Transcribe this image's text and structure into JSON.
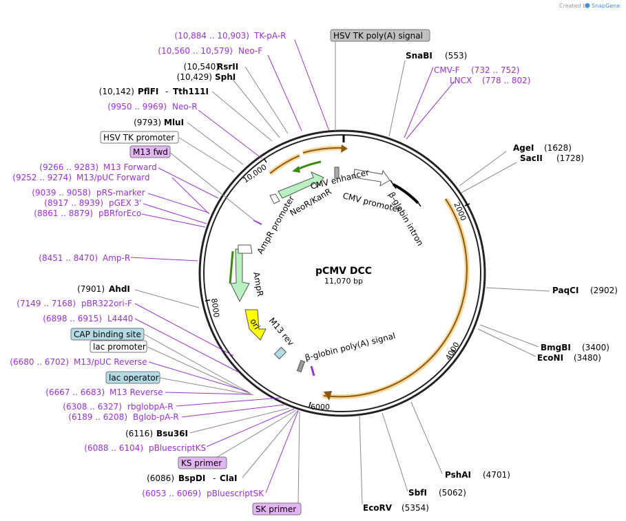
{
  "watermark": {
    "text": "Created by",
    "brand": "SnapGene"
  },
  "plasmid": {
    "name": "pCMV DCC",
    "size": "11,070 bp"
  },
  "ticks": [
    "2000",
    "4000",
    "6000",
    "8000",
    "10,000"
  ],
  "enzymes": [
    {
      "name": "SnaBI",
      "pos": "(553)"
    },
    {
      "name": "AgeI",
      "pos": "(1628)"
    },
    {
      "name": "SacII",
      "pos": "(1728)"
    },
    {
      "name": "PaqCI",
      "pos": "(2902)"
    },
    {
      "name": "BmgBI",
      "pos": "(3400)"
    },
    {
      "name": "EcoNI",
      "pos": "(3480)"
    },
    {
      "name": "PshAI",
      "pos": "(4701)"
    },
    {
      "name": "SbfI",
      "pos": "(5062)"
    },
    {
      "name": "EcoRV",
      "pos": "(5354)"
    },
    {
      "name": "AhdI",
      "pos": "(7901)"
    },
    {
      "name": "MluI",
      "pos": "(9793)"
    },
    {
      "name": "SphI",
      "pos": "(10,429)"
    },
    {
      "name": "RsrII",
      "pos": "(10,540)"
    },
    {
      "name": "Bsu36I",
      "pos": "(6116)"
    }
  ],
  "pairs": {
    "pflfi": {
      "pos": "(10,142)",
      "a": "PflFI",
      "sep": "-",
      "b": "Tth111I"
    },
    "bspdi": {
      "pos": "(6086)",
      "a": "BspDI",
      "sep": "-",
      "b": "ClaI"
    }
  },
  "primers": [
    {
      "range": "(732 .. 752)",
      "name": "CMV-F"
    },
    {
      "range": "(778 .. 802)",
      "name": "LNCX"
    },
    {
      "range": "(10,884 .. 10,903)",
      "name": "TK-pA-R"
    },
    {
      "range": "(10,560 .. 10,579)",
      "name": "Neo-F"
    },
    {
      "range": "(9950 .. 9969)",
      "name": "Neo-R"
    },
    {
      "range": "(9266 .. 9283)",
      "name": "M13 Forward"
    },
    {
      "range": "(9252 .. 9274)",
      "name": "M13/pUC Forward"
    },
    {
      "range": "(9039 .. 9058)",
      "name": "pRS-marker"
    },
    {
      "range": "(8917 .. 8939)",
      "name": "pGEX 3'"
    },
    {
      "range": "(8861 .. 8879)",
      "name": "pBRforEco"
    },
    {
      "range": "(8451 .. 8470)",
      "name": "Amp-R"
    },
    {
      "range": "(7149 .. 7168)",
      "name": "pBR322ori-F"
    },
    {
      "range": "(6898 .. 6915)",
      "name": "L4440"
    },
    {
      "range": "(6680 .. 6702)",
      "name": "M13/pUC Reverse"
    },
    {
      "range": "(6667 .. 6683)",
      "name": "M13 Reverse"
    },
    {
      "range": "(6308 .. 6327)",
      "name": "rbglobpA-R"
    },
    {
      "range": "(6189 .. 6208)",
      "name": "Bglob-pA-R"
    },
    {
      "range": "(6088 .. 6104)",
      "name": "pBluescriptKS"
    },
    {
      "range": "(6053 .. 6069)",
      "name": "pBluescriptSK"
    }
  ],
  "boxes": [
    {
      "text": "HSV TK poly(A) signal",
      "color": "#c0c0c0"
    },
    {
      "text": "HSV TK promoter",
      "color": "#ffffff"
    },
    {
      "text": "M13 fwd",
      "color": "#e3b4f2"
    },
    {
      "text": "CAP binding site",
      "color": "#b3dbe6"
    },
    {
      "text": "lac promoter",
      "color": "#ffffff"
    },
    {
      "text": "lac operator",
      "color": "#b3dbe6"
    },
    {
      "text": "KS primer",
      "color": "#e3b4f2"
    },
    {
      "text": "SK primer",
      "color": "#e3b4f2"
    }
  ],
  "features": {
    "cmv_enhancer": "CMV enhancer",
    "cmv_promoter": "CMV promoter",
    "bglobin_intron": "β-globin intron",
    "bglobin_polya": "β-globin poly(A) signal",
    "neo": "NeoR/KanR",
    "ampr_promoter": "AmpR promoter",
    "ampr": "AmpR",
    "ori": "ori",
    "m13rev": "M13 rev"
  },
  "colors": {
    "primer": "#9b30d0",
    "orange": "#f0a030",
    "green": "#b8f0c0",
    "ori": "#ffff00"
  }
}
